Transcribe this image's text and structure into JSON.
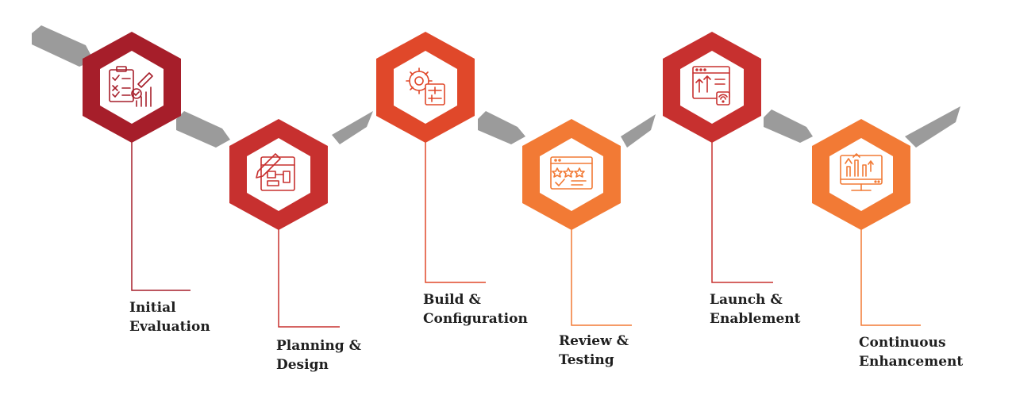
{
  "colors": {
    "connector": "#9b9b9b",
    "dark_red": "#a61e2a",
    "red": "#c7302f",
    "red_orange": "#e0482a",
    "orange": "#f27a35",
    "label_text": "#1f1f1f"
  },
  "steps": [
    {
      "id": "initial-evaluation",
      "line1": "Initial",
      "line2": "Evaluation",
      "color": "#a61e2a",
      "icon": "checklist-chart-icon"
    },
    {
      "id": "planning-design",
      "line1": "Planning &",
      "line2": "Design",
      "color": "#c7302f",
      "icon": "blueprint-pencil-icon"
    },
    {
      "id": "build-configuration",
      "line1": "Build &",
      "line2": "Configuration",
      "color": "#e0482a",
      "icon": "gear-settings-icon"
    },
    {
      "id": "review-testing",
      "line1": "Review &",
      "line2": "Testing",
      "color": "#f27a35",
      "icon": "rating-review-icon"
    },
    {
      "id": "launch-enablement",
      "line1": "Launch &",
      "line2": "Enablement",
      "color": "#c7302f",
      "icon": "browser-launch-icon"
    },
    {
      "id": "continuous-enhancement",
      "line1": "Continuous",
      "line2": "Enhancement",
      "color": "#f27a35",
      "icon": "monitor-growth-icon"
    }
  ]
}
